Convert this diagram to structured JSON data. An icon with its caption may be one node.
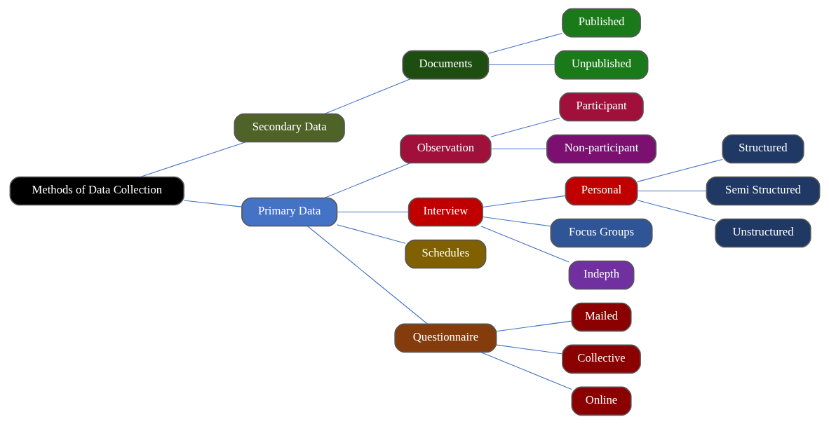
{
  "diagram": {
    "nodes": [
      {
        "text": [
          "Methods of Data Collection"
        ]
      },
      {
        "text": [
          "Secondary Data"
        ]
      },
      {
        "text": [
          "Primary Data"
        ]
      },
      {
        "text": [
          "Documents"
        ]
      },
      {
        "text": [
          "Published"
        ]
      },
      {
        "text": [
          "Unpublished"
        ]
      },
      {
        "text": [
          "Observation"
        ]
      },
      {
        "text": [
          "Participant"
        ]
      },
      {
        "text": [
          "Non-participant"
        ]
      },
      {
        "text": [
          "Interview"
        ]
      },
      {
        "text": [
          "Personal"
        ]
      },
      {
        "text": [
          "Focus Groups"
        ]
      },
      {
        "text": [
          "Indepth"
        ]
      },
      {
        "text": [
          "Structured"
        ]
      },
      {
        "text": [
          "Semi Structured"
        ]
      },
      {
        "text": [
          "Unstructured"
        ]
      },
      {
        "text": [
          "Schedules"
        ]
      },
      {
        "text": [
          "Questionnaire"
        ]
      },
      {
        "text": [
          "Mailed"
        ]
      },
      {
        "text": [
          "Collective"
        ]
      },
      {
        "text": [
          "Online"
        ]
      }
    ],
    "edges": [
      {
        "from": 0,
        "to": 1,
        "arrow": "none"
      },
      {
        "from": 0,
        "to": 2,
        "arrow": "none"
      },
      {
        "from": 1,
        "to": 3,
        "arrow": "none"
      },
      {
        "from": 3,
        "to": 4,
        "arrow": "none"
      },
      {
        "from": 3,
        "to": 5,
        "arrow": "none"
      },
      {
        "from": 2,
        "to": 6,
        "arrow": "none"
      },
      {
        "from": 2,
        "to": 9,
        "arrow": "none"
      },
      {
        "from": 2,
        "to": 16,
        "arrow": "none"
      },
      {
        "from": 2,
        "to": 17,
        "arrow": "none"
      },
      {
        "from": 6,
        "to": 7,
        "arrow": "none"
      },
      {
        "from": 6,
        "to": 8,
        "arrow": "none"
      },
      {
        "from": 9,
        "to": 10,
        "arrow": "none"
      },
      {
        "from": 9,
        "to": 11,
        "arrow": "none"
      },
      {
        "from": 9,
        "to": 12,
        "arrow": "none"
      },
      {
        "from": 10,
        "to": 13,
        "arrow": "none"
      },
      {
        "from": 10,
        "to": 14,
        "arrow": "none"
      },
      {
        "from": 10,
        "to": 15,
        "arrow": "none"
      },
      {
        "from": 17,
        "to": 18,
        "arrow": "none"
      },
      {
        "from": 17,
        "to": 19,
        "arrow": "none"
      },
      {
        "from": 17,
        "to": 20,
        "arrow": "none"
      }
    ]
  }
}
